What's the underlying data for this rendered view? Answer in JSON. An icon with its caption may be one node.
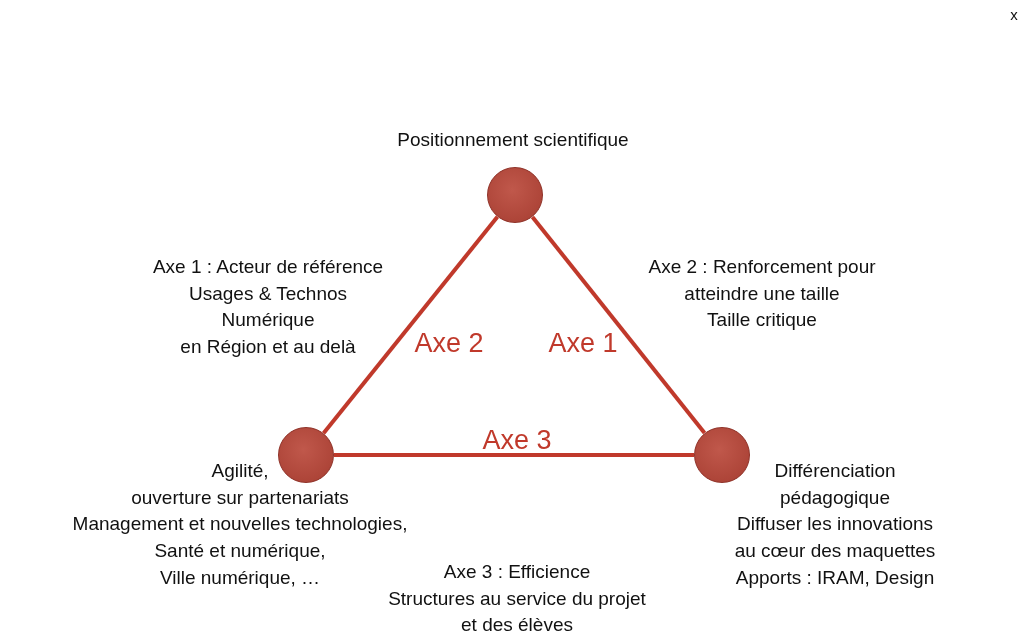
{
  "diagram": {
    "nodes": [
      {
        "text": [],
        "shape": "circle",
        "beside": [
          "Positionnement scientifique"
        ]
      },
      {
        "text": [],
        "shape": "circle",
        "beside": [
          "Agilité,",
          "ouverture sur partenariats",
          "Management et nouvelles technologies,",
          "Santé et numérique,",
          "Ville numérique, …"
        ]
      },
      {
        "text": [],
        "shape": "circle",
        "beside": [
          "Différenciation",
          "pédagogique",
          "Diffuser les innovations",
          "au cœur des maquettes",
          "Apports : IRAM, Design"
        ]
      }
    ],
    "edges": [
      {
        "from": 0,
        "to": 1,
        "arrow": "none",
        "label": "Axe 2"
      },
      {
        "from": 0,
        "to": 2,
        "arrow": "none",
        "label": "Axe 1"
      },
      {
        "from": 1,
        "to": 2,
        "arrow": "none",
        "label": "Axe 3"
      }
    ],
    "labels": [
      "x",
      "Axe 1 : Acteur de référence",
      "Usages & Technos",
      "Numérique",
      "en Région et au delà",
      "Axe 2 : Renforcement pour",
      "atteindre une taille",
      "Taille critique",
      "Axe 3 : Efficience",
      "Structures au service du projet",
      "et des élèves"
    ]
  }
}
